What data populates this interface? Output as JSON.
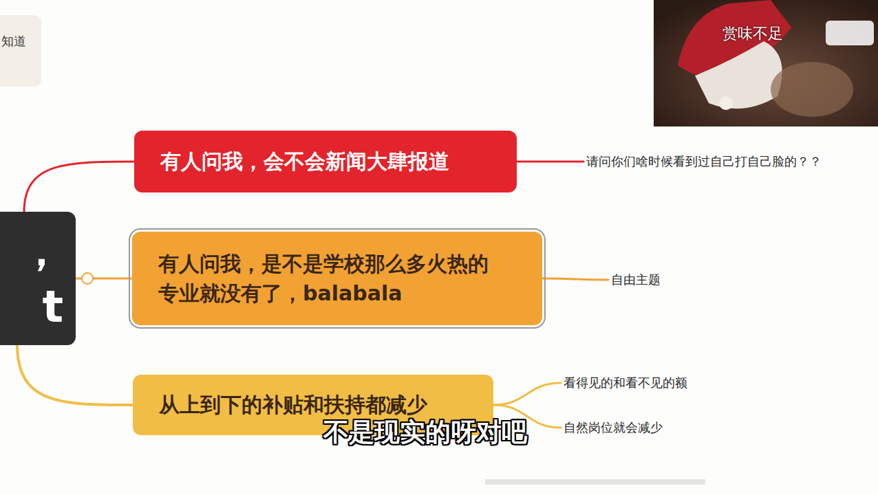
{
  "diagram": {
    "nodes": [
      {
        "text": [
          "， t"
        ]
      },
      {
        "text": [
          "有人问我，会不会新闻大肆报道"
        ]
      },
      {
        "text": [
          "请问你们啥时候看到过自己打自己脸的？？"
        ]
      },
      {
        "text": [
          "有人问我，是不是学校那么多火热的专业就没有了，balabala"
        ]
      },
      {
        "text": [
          "自由主题"
        ]
      },
      {
        "text": [
          "从上到下的补贴和扶持都减少"
        ]
      },
      {
        "text": [
          "看得见的和看不见的额"
        ]
      },
      {
        "text": [
          "自然岗位就会减少"
        ]
      }
    ],
    "edges": [
      {
        "from": 0,
        "to": 1,
        "arrow": "none"
      },
      {
        "from": 1,
        "to": 2,
        "arrow": "none"
      },
      {
        "from": 0,
        "to": 3,
        "arrow": "none"
      },
      {
        "from": 3,
        "to": 4,
        "arrow": "none"
      },
      {
        "from": 0,
        "to": 5,
        "arrow": "none"
      },
      {
        "from": 5,
        "to": 6,
        "arrow": "none"
      },
      {
        "from": 5,
        "to": 7,
        "arrow": "none"
      }
    ],
    "labels": [
      "知道",
      "赏味不足",
      "不是现实的呀对吧"
    ]
  }
}
